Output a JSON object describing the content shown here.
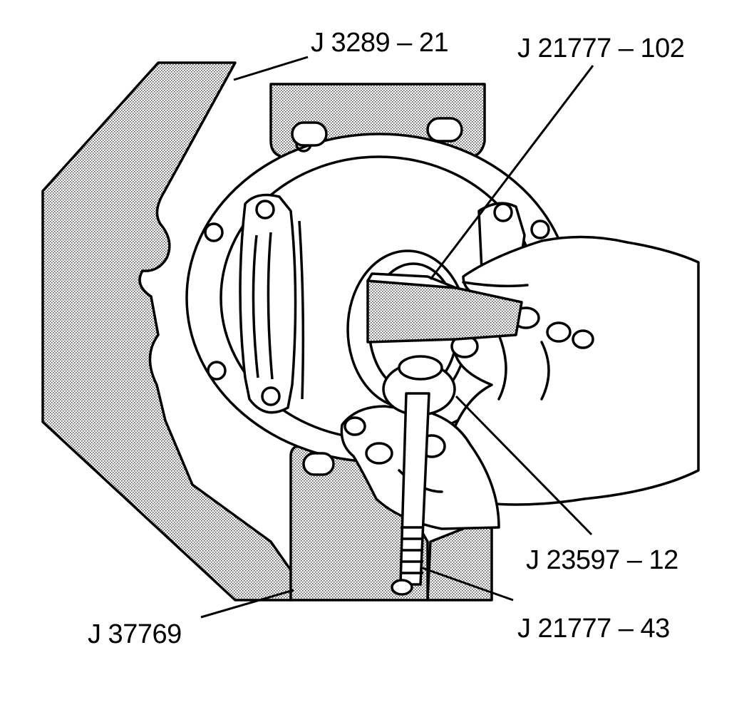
{
  "labels": {
    "fixture": "J 3289 – 21",
    "seal_driver_handle": "J 21777 – 102",
    "seal_installer": "J 23597 – 12",
    "driver_handle": "J 21777 – 43",
    "adapter_plate": "J 37769"
  },
  "colors": {
    "ink": "#000000",
    "stipple_dot": "#000000",
    "paper": "#ffffff"
  }
}
